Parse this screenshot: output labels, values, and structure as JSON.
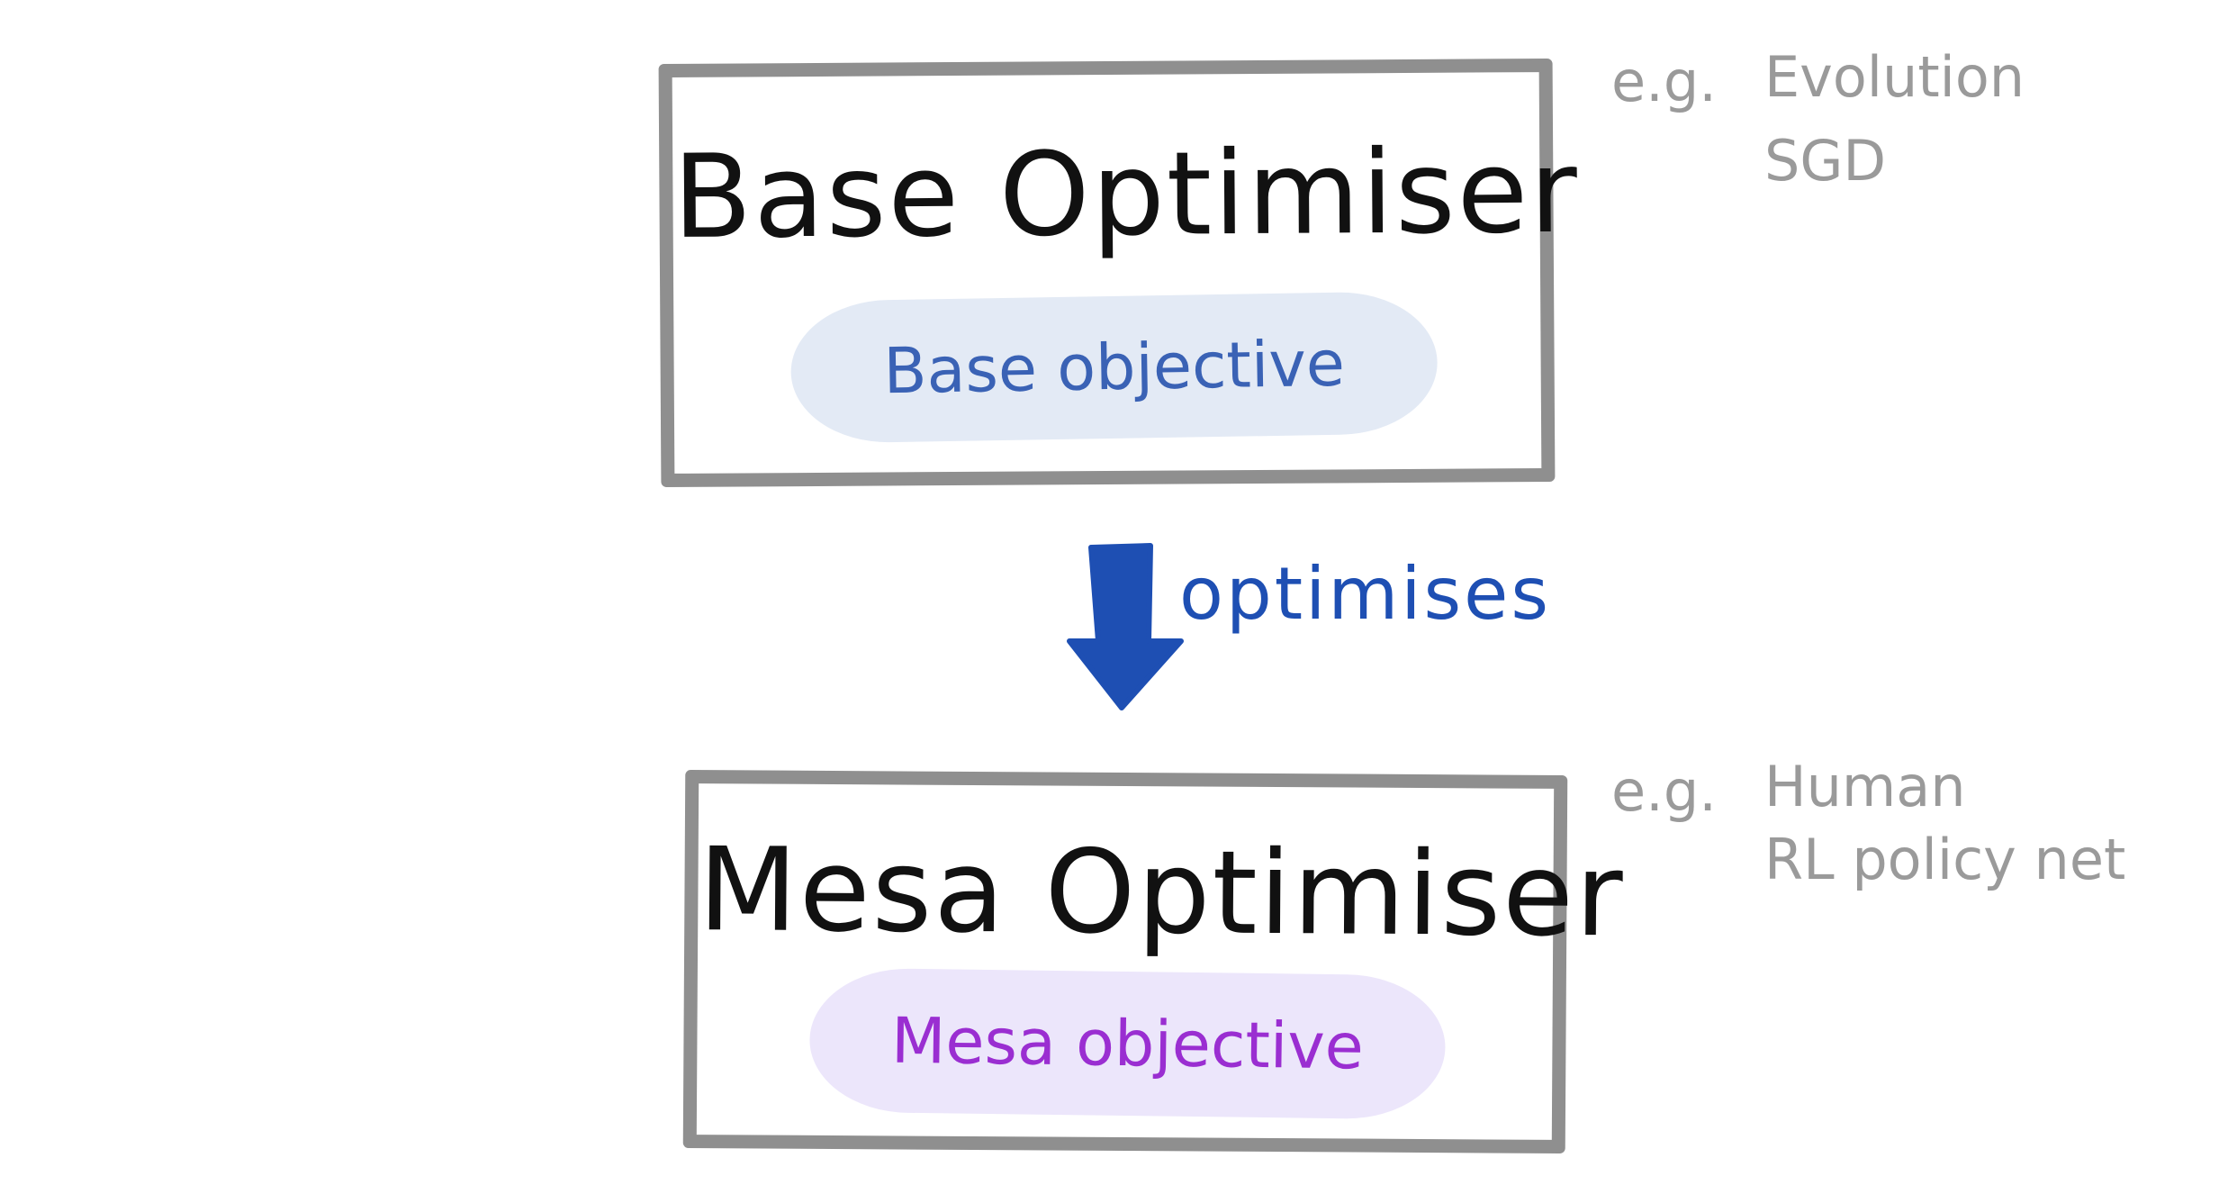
{
  "base": {
    "title": "Base Optimiser",
    "objective": "Base objective",
    "objective_color": "#3a62b5",
    "objective_bg": "#e3eaf5",
    "examples_prefix": "e.g.",
    "examples": [
      "Evolution",
      "SGD"
    ]
  },
  "arrow": {
    "label": "optimises",
    "color": "#1e4fb3",
    "icon": "down-arrow-icon"
  },
  "mesa": {
    "title": "Mesa Optimiser",
    "objective": "Mesa objective",
    "objective_color": "#9a2ed1",
    "objective_bg": "#ece6fb",
    "examples_prefix": "e.g.",
    "examples": [
      "Human",
      "RL policy net"
    ]
  },
  "colors": {
    "box_border": "#8f8f8f",
    "note_text": "#9a9a9a",
    "title_text": "#111111"
  }
}
